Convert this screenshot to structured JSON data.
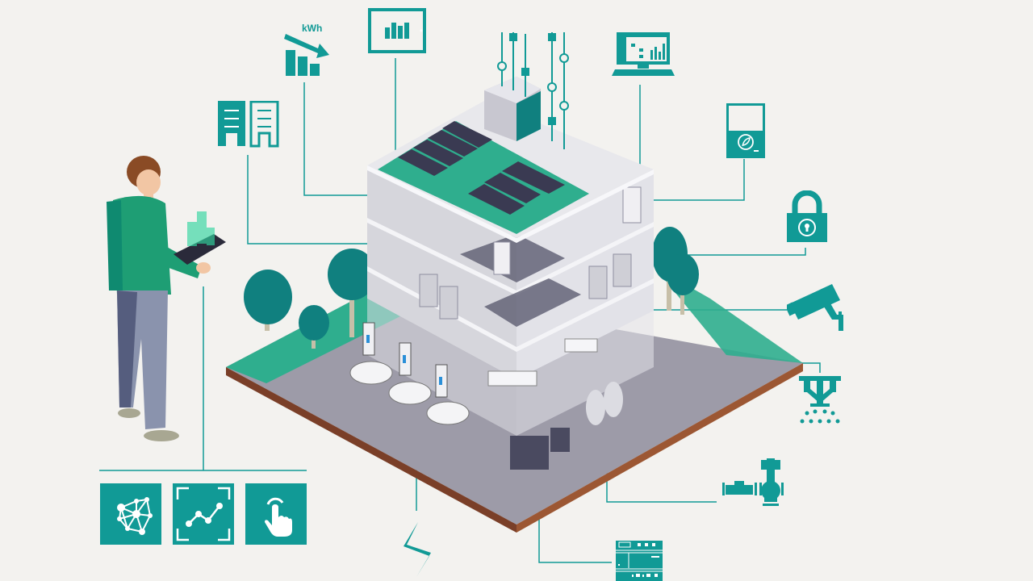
{
  "scene": {
    "title": "Smart building infographic",
    "background_color": "#f3f2ef",
    "accent_color": "#119a96",
    "grass_color": "#2fae8e",
    "ground_color": "#9d9ba8",
    "soil_color": "#8a4a2e",
    "roof_color": "#e6e5ea",
    "panel_color": "#3a3a52"
  },
  "labels": {
    "energy_unit": "kWh"
  },
  "icons": [
    {
      "id": "energy-reduction",
      "name": "kWh energy reduction chart"
    },
    {
      "id": "dashboard-tablet",
      "name": "analytics dashboard tablet"
    },
    {
      "id": "building-portfolio",
      "name": "building portfolio"
    },
    {
      "id": "network-sensors",
      "name": "connected sensors / IoT lines"
    },
    {
      "id": "monitor-laptop",
      "name": "building management workstation"
    },
    {
      "id": "room-thermostat",
      "name": "eco room thermostat"
    },
    {
      "id": "access-lock",
      "name": "access control lock"
    },
    {
      "id": "cctv-camera",
      "name": "video surveillance camera"
    },
    {
      "id": "fire-sprinkler",
      "name": "fire sprinkler"
    },
    {
      "id": "valve-actuator",
      "name": "HVAC valve actuator"
    },
    {
      "id": "din-controller",
      "name": "DIN-rail controller"
    },
    {
      "id": "power-lightning",
      "name": "electric power"
    }
  ],
  "tiles": [
    {
      "id": "ai-network",
      "name": "AI network"
    },
    {
      "id": "analytics-trend",
      "name": "analytics trend"
    },
    {
      "id": "touch-control",
      "name": "touch interaction"
    }
  ],
  "person": {
    "description": "Facility manager holding a tablet with holographic building",
    "shirt_color": "#1e9e74",
    "pants_color": "#8a93ad"
  }
}
